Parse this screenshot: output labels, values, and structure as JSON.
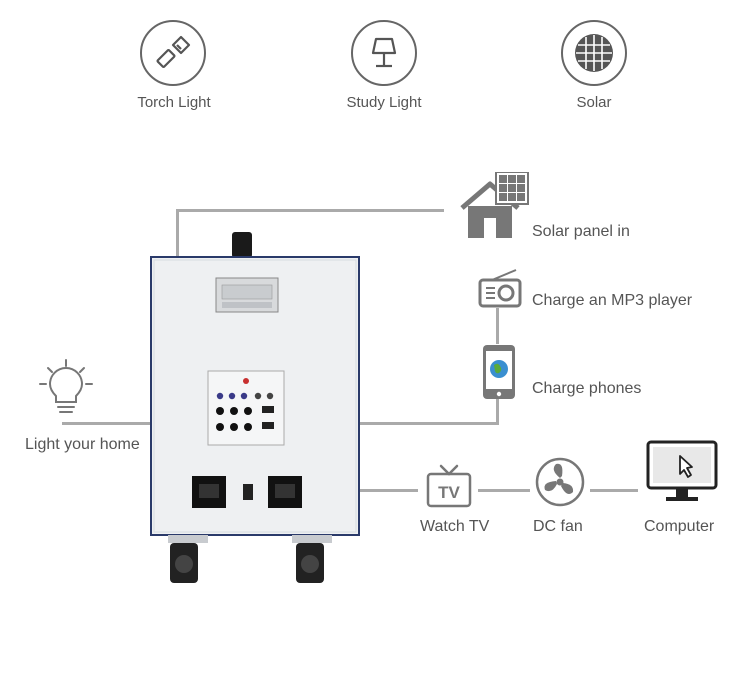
{
  "top_features": [
    {
      "label": "Torch Light",
      "icon": "torch-icon"
    },
    {
      "label": "Study Light",
      "icon": "lamp-icon"
    },
    {
      "label": "Solar",
      "icon": "solar-panel-icon"
    }
  ],
  "connections": {
    "solar_in": "Solar panel in",
    "mp3": "Charge an MP3 player",
    "phones": "Charge phones",
    "home": "Light your home",
    "tv": "Watch TV",
    "fan": "DC fan",
    "computer": "Computer"
  },
  "icons": {
    "house": "house-solar-icon",
    "radio": "radio-icon",
    "phone": "smartphone-icon",
    "bulb": "light-bulb-icon",
    "tv": "tv-icon",
    "fan": "fan-icon",
    "monitor": "computer-monitor-icon"
  },
  "colors": {
    "line": "#aaaaaa",
    "icon": "#707070",
    "cabinet": "#eef0f2",
    "cabinet_edge": "#2a3a6a",
    "wheel": "#222222"
  }
}
